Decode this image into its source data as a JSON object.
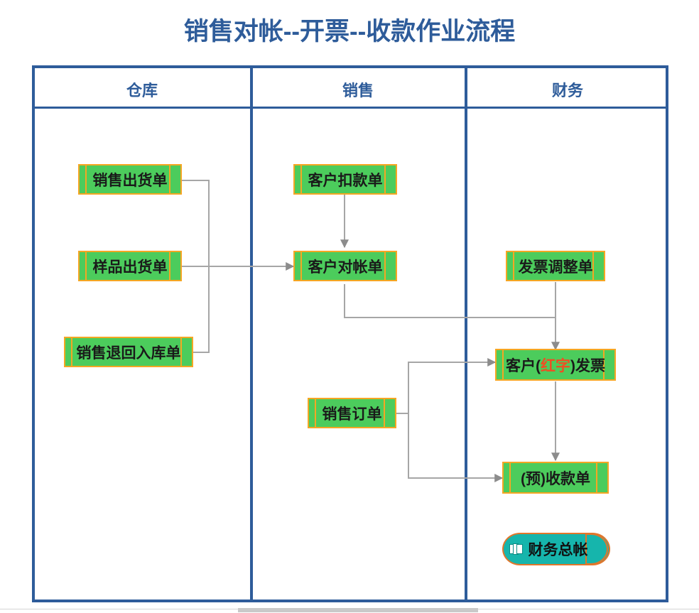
{
  "title": "销售对帐--开票--收款作业流程",
  "colors": {
    "title_blue": "#2E5C9A",
    "lane_border": "#2E5C9A",
    "node_fill": "#4CCC5C",
    "node_border": "#F5A623",
    "cylinder_fill": "#16B5AC",
    "cylinder_border": "#E2762B",
    "connector_gray": "#A6A6A6",
    "highlight_red": "#F04E23"
  },
  "lanes": [
    {
      "id": "warehouse",
      "label": "仓库"
    },
    {
      "id": "sales",
      "label": "销售"
    },
    {
      "id": "finance",
      "label": "财务"
    }
  ],
  "nodes": {
    "sales_delivery": {
      "label": "销售出货单",
      "lane": "仓库",
      "shape": "document"
    },
    "sample_delivery": {
      "label": "样品出货单",
      "lane": "仓库",
      "shape": "document"
    },
    "sales_return": {
      "label": "销售退回入库单",
      "lane": "仓库",
      "shape": "document"
    },
    "customer_deduction": {
      "label": "客户扣款单",
      "lane": "销售",
      "shape": "document"
    },
    "customer_statement": {
      "label": "客户对帐单",
      "lane": "销售",
      "shape": "document"
    },
    "sales_order": {
      "label": "销售订单",
      "lane": "销售",
      "shape": "document"
    },
    "invoice_adjust": {
      "label": "发票调整单",
      "lane": "财务",
      "shape": "document"
    },
    "customer_invoice": {
      "lane": "财务",
      "shape": "document",
      "label": "客户(红字)发票",
      "parts": [
        {
          "text": "客户(",
          "highlight": false
        },
        {
          "text": "红字",
          "highlight": true
        },
        {
          "text": ")发票",
          "highlight": false
        }
      ]
    },
    "receipt_note": {
      "label": "(预)收款单",
      "lane": "财务",
      "shape": "document"
    },
    "general_ledger": {
      "label": "财务总帐",
      "lane": "财务",
      "shape": "cylinder",
      "icon": "pages-icon"
    }
  },
  "edges": [
    {
      "from": "销售出货单",
      "to": "客户对帐单"
    },
    {
      "from": "样品出货单",
      "to": "客户对帐单"
    },
    {
      "from": "销售退回入库单",
      "to": "客户对帐单"
    },
    {
      "from": "客户扣款单",
      "to": "客户对帐单"
    },
    {
      "from": "客户对帐单",
      "to": "客户(红字)发票"
    },
    {
      "from": "发票调整单",
      "to": "客户(红字)发票"
    },
    {
      "from": "销售订单",
      "to": "客户(红字)发票"
    },
    {
      "from": "销售订单",
      "to": "(预)收款单"
    },
    {
      "from": "客户(红字)发票",
      "to": "(预)收款单"
    }
  ]
}
